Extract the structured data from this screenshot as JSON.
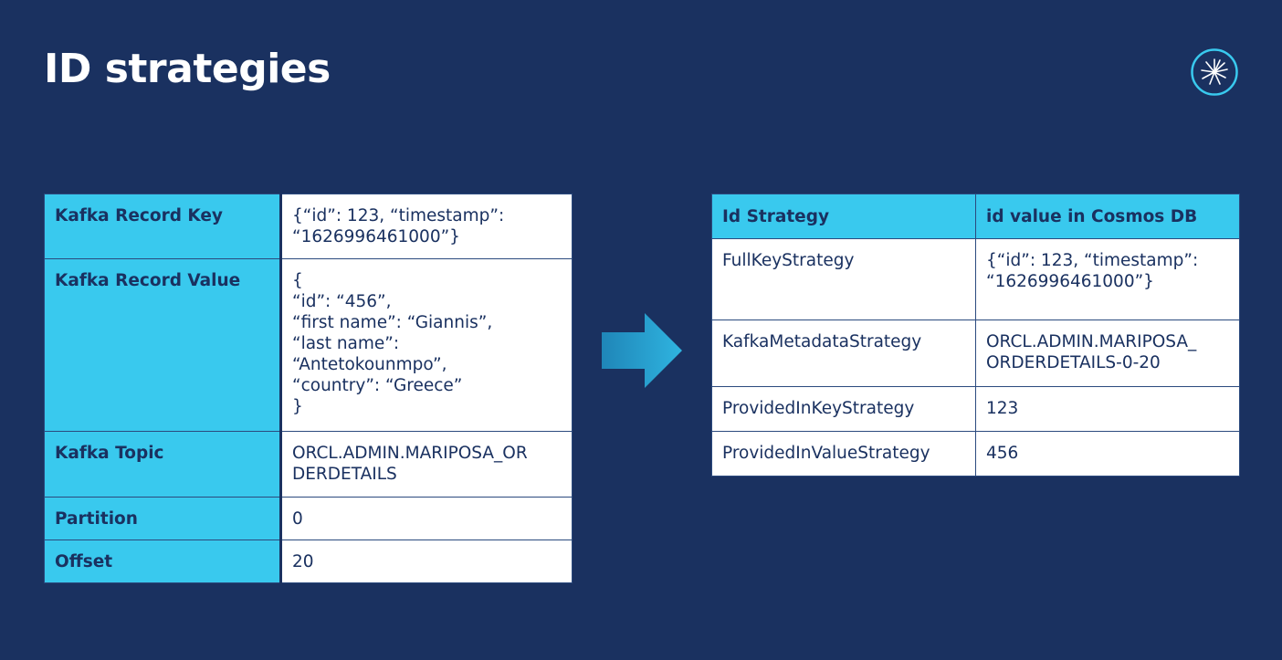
{
  "title": "ID strategies",
  "logo": {
    "icon": "starburst-icon"
  },
  "left_table": [
    {
      "key": "Kafka Record Key",
      "value": "{“id”: 123, “timestamp”:\n“1626996461000”}"
    },
    {
      "key": "Kafka Record Value",
      "value": "{\n  “id”: “456”,\n  “first name”: “Giannis”,\n  “last name”:\n“Antetokounmpo”,\n  “country”: “Greece”\n}"
    },
    {
      "key": "Kafka Topic",
      "value": "ORCL.ADMIN.MARIPOSA_OR\nDERDETAILS"
    },
    {
      "key": "Partition",
      "value": "0"
    },
    {
      "key": "Offset",
      "value": "20"
    }
  ],
  "right_table": {
    "headers": [
      "Id Strategy",
      "id value in Cosmos DB"
    ],
    "rows": [
      {
        "strategy": "FullKeyStrategy",
        "value": "{“id”: 123, “timestamp”:\n“1626996461000”}"
      },
      {
        "strategy": "KafkaMetadataStrategy",
        "value": "ORCL.ADMIN.MARIPOSA_\nORDERDETAILS-0-20"
      },
      {
        "strategy": "ProvidedInKeyStrategy",
        "value": "123"
      },
      {
        "strategy": "ProvidedInValueStrategy",
        "value": "456"
      }
    ]
  },
  "colors": {
    "background": "#1a3160",
    "accent": "#39c9ee",
    "cell": "#ffffff",
    "text": "#1a3160"
  },
  "arrow": {
    "icon": "arrow-right-icon"
  }
}
